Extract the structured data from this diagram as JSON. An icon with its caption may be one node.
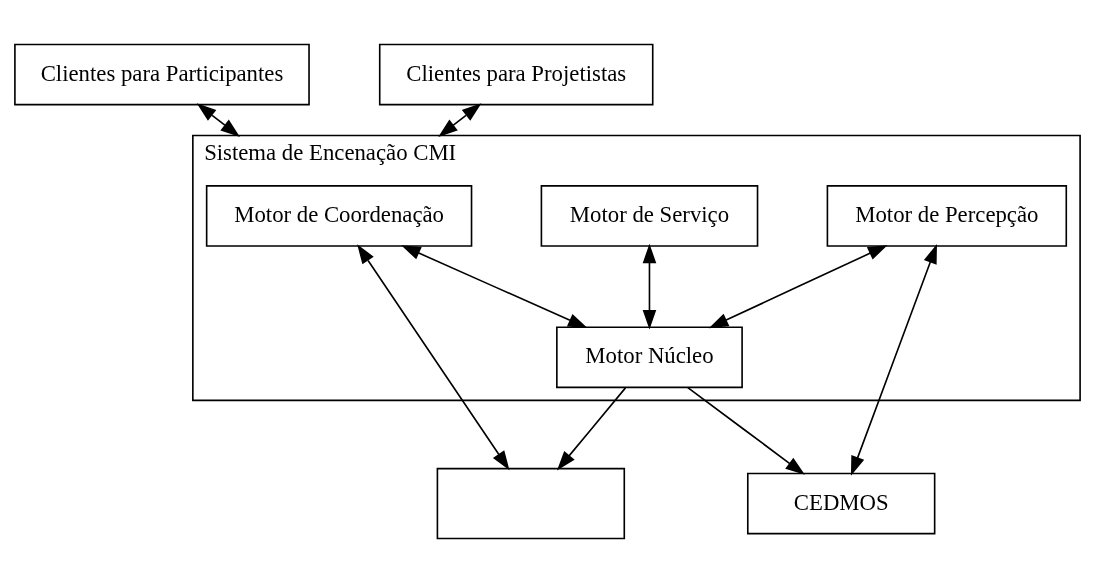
{
  "diagram": {
    "nodes": [
      {
        "text": [
          "Clientes para Participantes"
        ]
      },
      {
        "text": [
          "Clientes para Projetistas"
        ]
      },
      {
        "text": [
          "Sistema de Encenação CMI"
        ]
      },
      {
        "text": [
          "Motor de Coordenação"
        ],
        "in": 2
      },
      {
        "text": [
          "Motor de Serviço"
        ],
        "in": 2
      },
      {
        "text": [
          "Motor de Percepção"
        ],
        "in": 2
      },
      {
        "text": [
          "Motor Núcleo"
        ],
        "in": 2
      },
      {
        "text": [],
        "shape": "box"
      },
      {
        "text": [
          "CEDMOS"
        ]
      }
    ],
    "edges": [
      {
        "from": 0,
        "to": 2,
        "arrow": "both"
      },
      {
        "from": 1,
        "to": 2,
        "arrow": "both"
      },
      {
        "from": 3,
        "to": 6,
        "arrow": "both"
      },
      {
        "from": 4,
        "to": 6,
        "arrow": "both"
      },
      {
        "from": 5,
        "to": 6,
        "arrow": "both"
      },
      {
        "from": 3,
        "to": 7,
        "arrow": "both"
      },
      {
        "from": 5,
        "to": 8,
        "arrow": "both"
      },
      {
        "from": 6,
        "to": 7,
        "arrow": "to"
      },
      {
        "from": 6,
        "to": 8,
        "arrow": "to"
      }
    ]
  }
}
